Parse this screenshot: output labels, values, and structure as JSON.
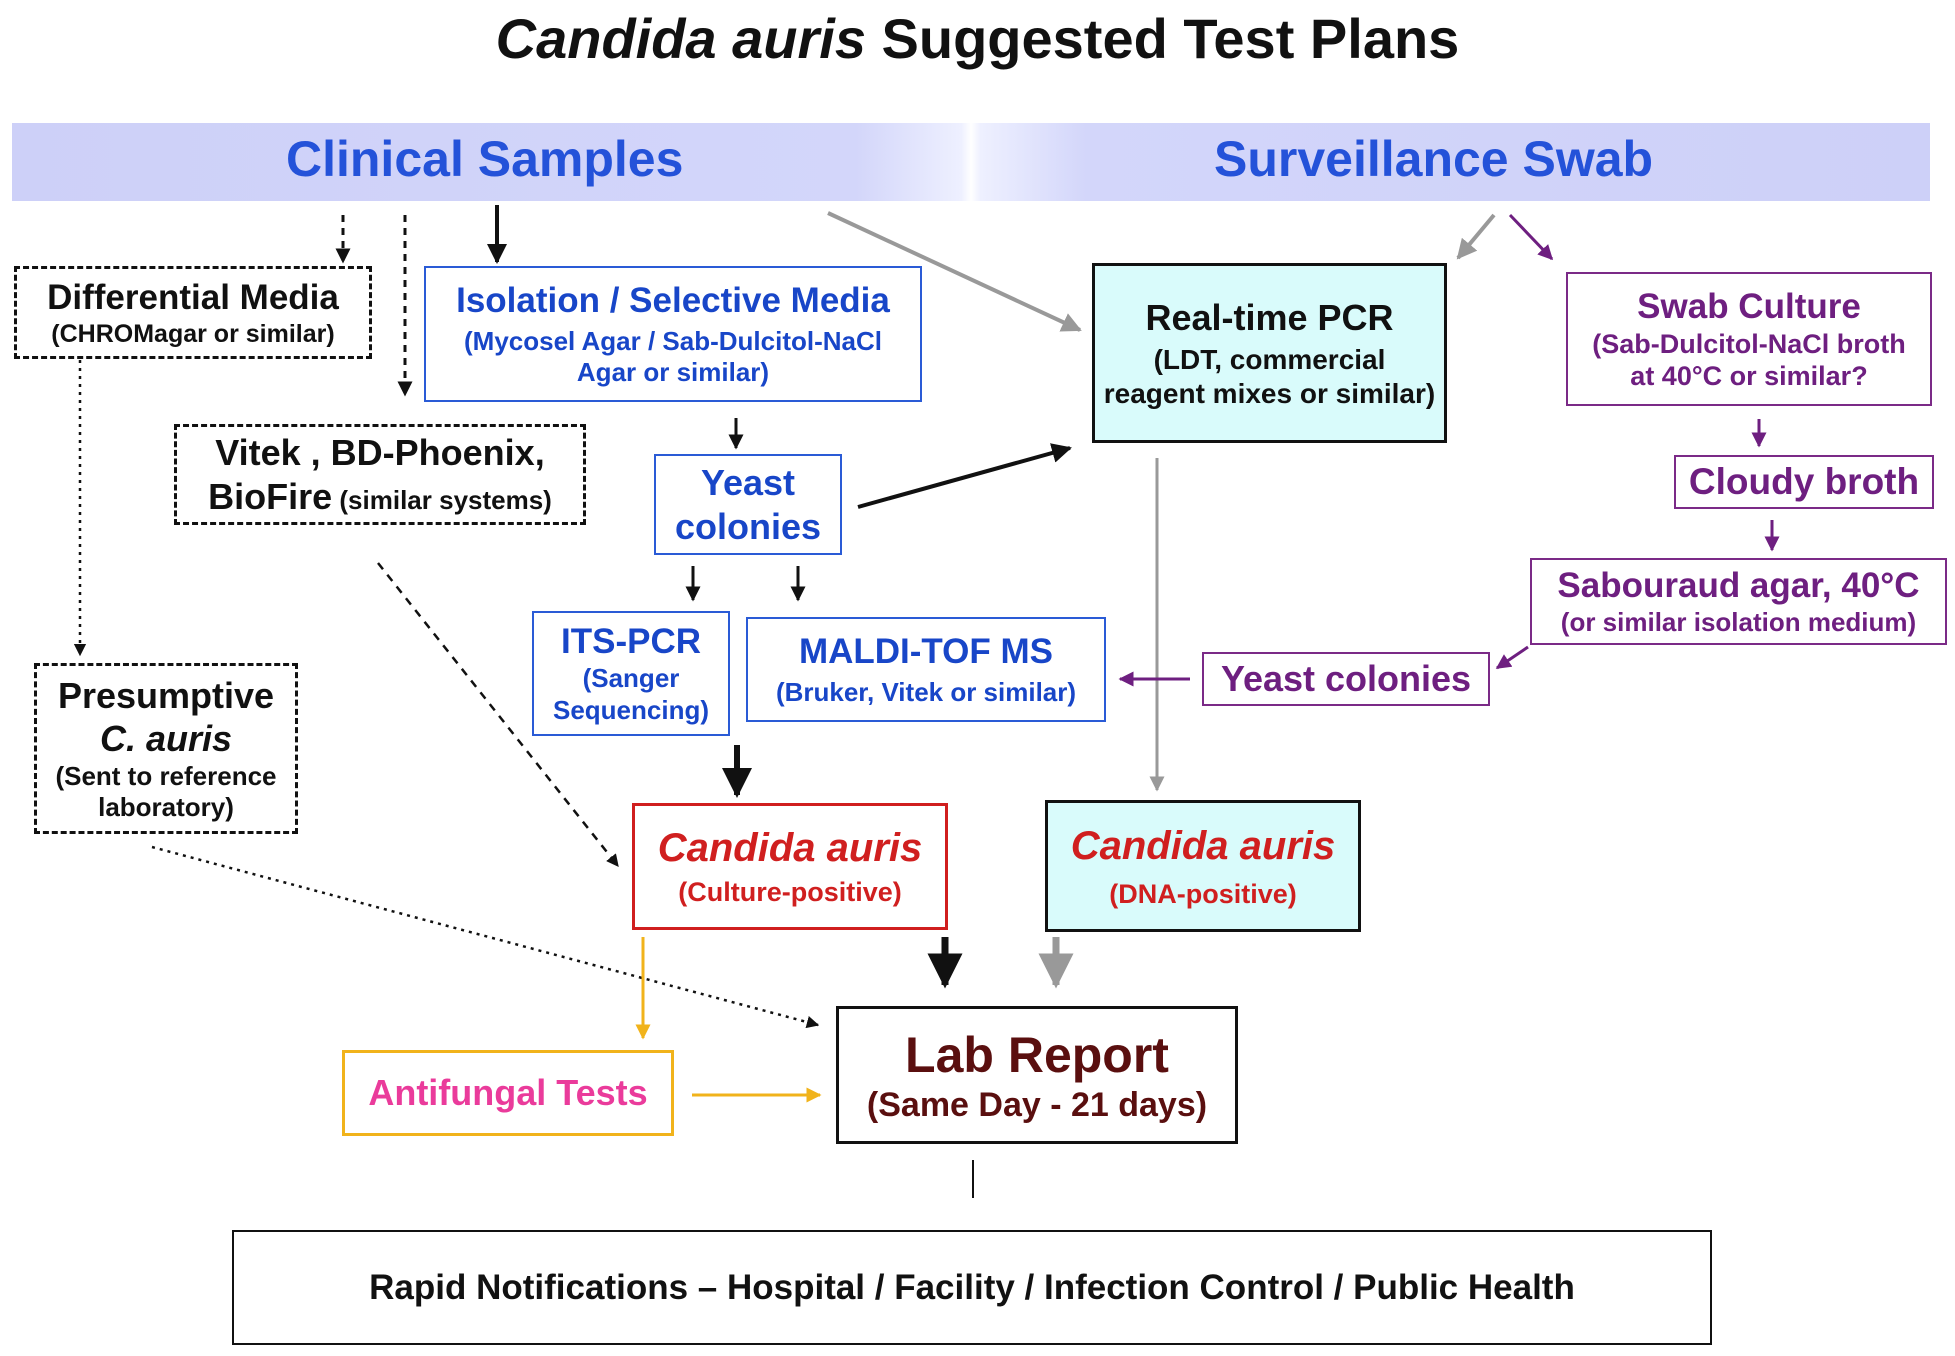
{
  "title": {
    "italic": "Candida auris",
    "rest": " Suggested Test Plans"
  },
  "banner": {
    "left_label": "Clinical Samples",
    "right_label": "Surveillance Swab"
  },
  "nodes": {
    "differential_media": {
      "line1": "Differential Media",
      "line2": "(CHROMagar or similar)"
    },
    "isolation_media": {
      "line1": "Isolation / Selective Media",
      "line2": "(Mycosel Agar / Sab-Dulcitol-NaCl",
      "line3": "Agar or similar)"
    },
    "vitek": {
      "line1": "Vitek , BD-Phoenix,",
      "line2a": "BioFire",
      "line2b": " (similar systems)"
    },
    "yeast_colonies_left": {
      "line1": "Yeast",
      "line2": "colonies"
    },
    "its_pcr": {
      "line1": "ITS-PCR",
      "line2": "(Sanger",
      "line3": "Sequencing)"
    },
    "maldi": {
      "line1": "MALDI-TOF MS",
      "line2": "(Bruker, Vitek or similar)"
    },
    "presumptive": {
      "line1": "Presumptive",
      "line2": "C. auris",
      "line3": "(Sent to reference",
      "line4": "laboratory)"
    },
    "realtime_pcr": {
      "line1": "Real-time PCR",
      "line2": "(LDT, commercial",
      "line3": "reagent mixes or similar)"
    },
    "swab_culture": {
      "line1": "Swab Culture",
      "line2": "(Sab-Dulcitol-NaCl broth",
      "line3": "at 40°C or similar?"
    },
    "cloudy_broth": {
      "line1": "Cloudy broth"
    },
    "sabouraud": {
      "line1": "Sabouraud agar, 40°C",
      "line2": "(or similar isolation medium)"
    },
    "yeast_colonies_right": {
      "line1": "Yeast colonies"
    },
    "culture_positive": {
      "line1": "Candida auris",
      "line2": "(Culture-positive)"
    },
    "dna_positive": {
      "line1": "Candida auris",
      "line2": "(DNA-positive)"
    },
    "antifungal": {
      "line1": "Antifungal Tests"
    },
    "lab_report": {
      "line1": "Lab Report",
      "line2": "(Same Day - 21 days)"
    },
    "notifications": {
      "line1": "Rapid Notifications – Hospital / Facility / Infection Control / Public Health"
    }
  },
  "colors": {
    "blue_text": "#1846c8",
    "purple": "#6e1f80",
    "red": "#d01f1f",
    "gold": "#f1b31b",
    "pink": "#ea3b9b",
    "cyan_fill": "#d9fbfb",
    "brown": "#5a0f0f",
    "gray_arrow": "#999999"
  }
}
